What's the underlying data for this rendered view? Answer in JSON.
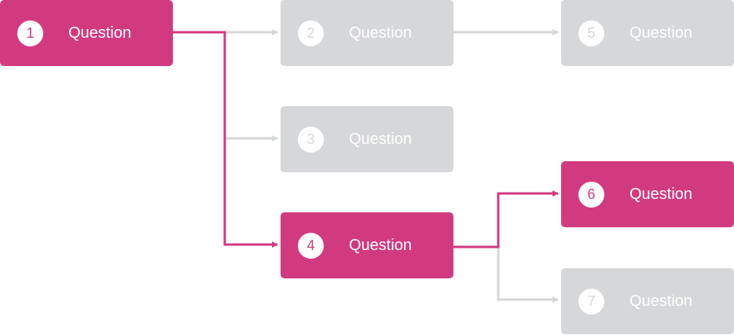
{
  "colors": {
    "active": "#d23a80",
    "inactive": "#d6d7d9",
    "badge_bg": "#ffffff"
  },
  "nodes": [
    {
      "id": "1",
      "number": "1",
      "label": "Question",
      "state": "active"
    },
    {
      "id": "2",
      "number": "2",
      "label": "Question",
      "state": "inactive"
    },
    {
      "id": "3",
      "number": "3",
      "label": "Question",
      "state": "inactive"
    },
    {
      "id": "4",
      "number": "4",
      "label": "Question",
      "state": "active"
    },
    {
      "id": "5",
      "number": "5",
      "label": "Question",
      "state": "inactive"
    },
    {
      "id": "6",
      "number": "6",
      "label": "Question",
      "state": "active"
    },
    {
      "id": "7",
      "number": "7",
      "label": "Question",
      "state": "inactive"
    }
  ],
  "edges": [
    {
      "from": "1",
      "to": "2",
      "state": "inactive"
    },
    {
      "from": "1",
      "to": "3",
      "state": "inactive"
    },
    {
      "from": "1",
      "to": "4",
      "state": "active"
    },
    {
      "from": "2",
      "to": "5",
      "state": "inactive"
    },
    {
      "from": "4",
      "to": "6",
      "state": "active"
    },
    {
      "from": "4",
      "to": "7",
      "state": "inactive"
    }
  ]
}
